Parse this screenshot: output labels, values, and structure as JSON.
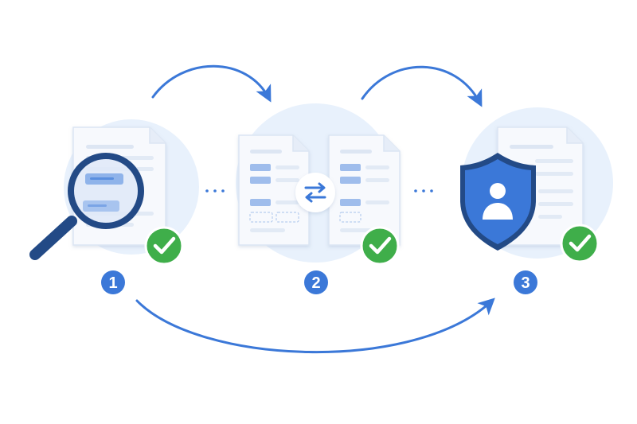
{
  "steps": [
    {
      "number": "1",
      "icon": "document-magnifier-icon",
      "status": "check-icon"
    },
    {
      "number": "2",
      "icon": "document-compare-icon",
      "status": "check-icon"
    },
    {
      "number": "3",
      "icon": "document-shield-user-icon",
      "status": "check-icon"
    }
  ],
  "colors": {
    "primary_blue": "#3b78d8",
    "dark_blue": "#234a86",
    "light_circle": "#e8f1fc",
    "check_green": "#3fae4a",
    "doc_fill": "#f7f9fd",
    "doc_stroke": "#dbe5f3"
  }
}
